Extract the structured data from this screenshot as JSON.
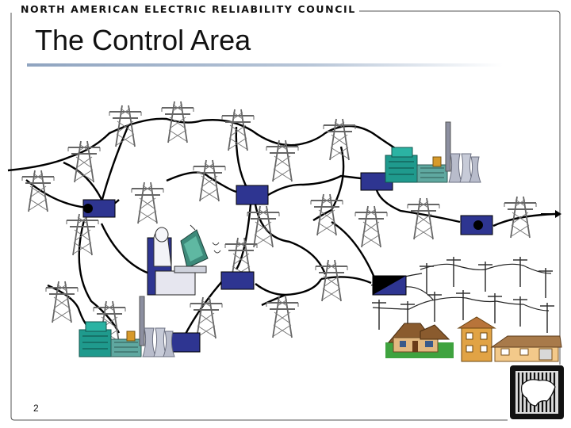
{
  "header": {
    "organization": "NORTH AMERICAN ELECTRIC RELIABILITY COUNCIL",
    "title": "The Control Area"
  },
  "footer": {
    "page_number": "2"
  },
  "icons": {
    "tower": "transmission-tower-icon",
    "plant": "power-plant-icon",
    "meter": "tie-line-meter-icon",
    "operator": "system-operator-icon",
    "house": "house-icon",
    "pole": "utility-pole-icon",
    "logo": "nerc-logo-icon"
  },
  "colors": {
    "meter_fill": "#2e3591",
    "tower": "#666666",
    "line": "#000000",
    "header_rule": "#8fa4c0"
  }
}
